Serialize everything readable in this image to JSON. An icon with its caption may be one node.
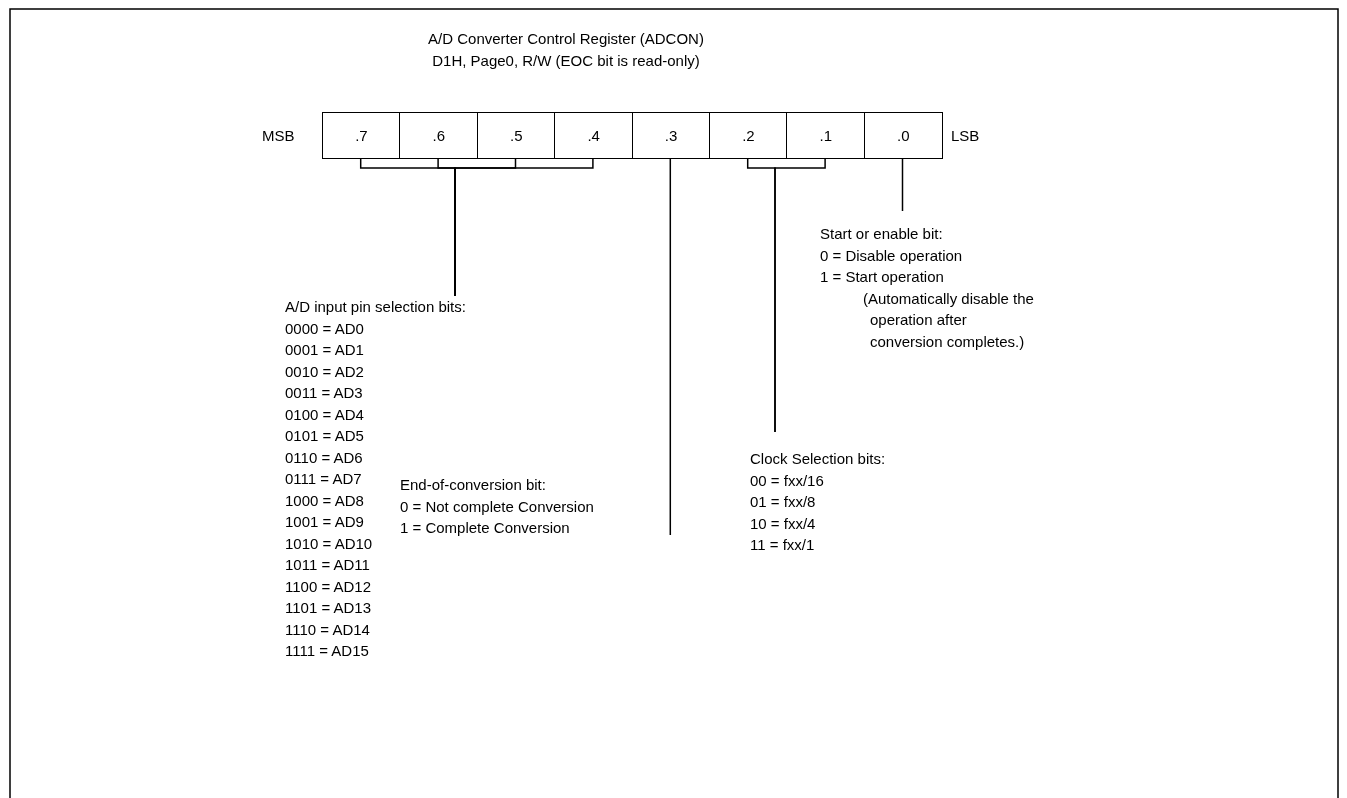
{
  "diagram": {
    "title": "A/D Converter Control Register (ADCON)",
    "nodes": [
      {
        "text": [
          ".7"
        ]
      },
      {
        "text": [
          ".6"
        ]
      },
      {
        "text": [
          ".5"
        ]
      },
      {
        "text": [
          ".4"
        ]
      },
      {
        "text": [
          ".3"
        ]
      },
      {
        "text": [
          ".2"
        ]
      },
      {
        "text": [
          ".1"
        ]
      },
      {
        "text": [
          ".0"
        ]
      },
      {
        "text": [
          "Start or enable bit:",
          "0 = Disable operation",
          "1 = Start operation",
          "(Automatically disable the operation after conversion completes.)"
        ]
      },
      {
        "text": [
          "A/D input pin selection bits:",
          "0000 = AD0",
          "0001 = AD1",
          "0010 = AD2",
          "0011 = AD3",
          "0100 = AD4",
          "0101 = AD5",
          "0110 = AD6",
          "0111 = AD7",
          "1000 = AD8",
          "1001 = AD9",
          "1010 = AD10",
          "1011 = AD11",
          "1100 = AD12",
          "1101 = AD13",
          "1110 = AD14",
          "1111 = AD15"
        ]
      },
      {
        "text": [
          "Clock Selection bits:",
          "00 = fxx/16",
          "01 = fxx/8",
          "10 = fxx/4",
          "11 = fxx/1"
        ]
      },
      {
        "text": [
          "End-of-conversion bit:",
          "0 = Not complete Conversion",
          "1 = Complete Conversion"
        ]
      }
    ],
    "edges": [
      {
        "from": 0,
        "to": 9,
        "arrow": "none"
      },
      {
        "from": 1,
        "to": 9,
        "arrow": "none"
      },
      {
        "from": 2,
        "to": 9,
        "arrow": "none"
      },
      {
        "from": 3,
        "to": 9,
        "arrow": "none"
      },
      {
        "from": 4,
        "to": 11,
        "arrow": "none"
      },
      {
        "from": 5,
        "to": 10,
        "arrow": "none"
      },
      {
        "from": 6,
        "to": 10,
        "arrow": "none"
      },
      {
        "from": 7,
        "to": 8,
        "arrow": "none"
      }
    ],
    "labels": [
      "D1H, Page0, R/W (EOC bit is read-only)",
      "MSB",
      "LSB"
    ]
  }
}
